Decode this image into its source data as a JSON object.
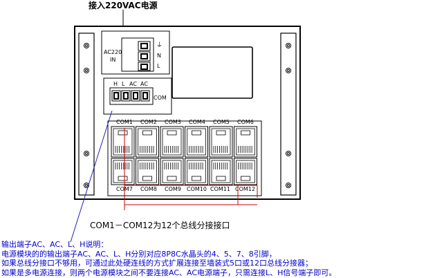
{
  "top_label": "接入220VAC电源",
  "power_input": {
    "label_line1": "AC220",
    "label_line2": "IN",
    "pin_labels": [
      "⏚",
      "N",
      "L"
    ]
  },
  "output_terminal": {
    "pin_labels": [
      "H",
      "L",
      "AC",
      "AC"
    ],
    "side_label": "COM"
  },
  "ports_top": [
    "COM1",
    "COM2",
    "COM3",
    "COM4",
    "COM5",
    "COM6"
  ],
  "ports_bottom": [
    "COM7",
    "COM8",
    "COM9",
    "COM10",
    "COM11",
    "COM12"
  ],
  "ports_annotation": "COM1－COM12为12个总线分接接口",
  "notes": {
    "heading": "输出端子AC、AC、L、H说明：",
    "line1": "电源模块的的输出端子AC、AC、L、H分别对应8P8C水晶头的4、5、7、8引脚，",
    "line2": "如果总线分接口不够用，可通过此处硬连线的方式扩展连接至墙装式5口或12口总线分接器；",
    "line3": "如果是多电源连接，则两个电源模块之间不要连接AC、AC电源端子，只需连接L、H信号端子即可。"
  },
  "colors": {
    "annotation_text": "#0000cc",
    "leader_blue": "#2222bb",
    "leader_red": "#cc0000"
  }
}
